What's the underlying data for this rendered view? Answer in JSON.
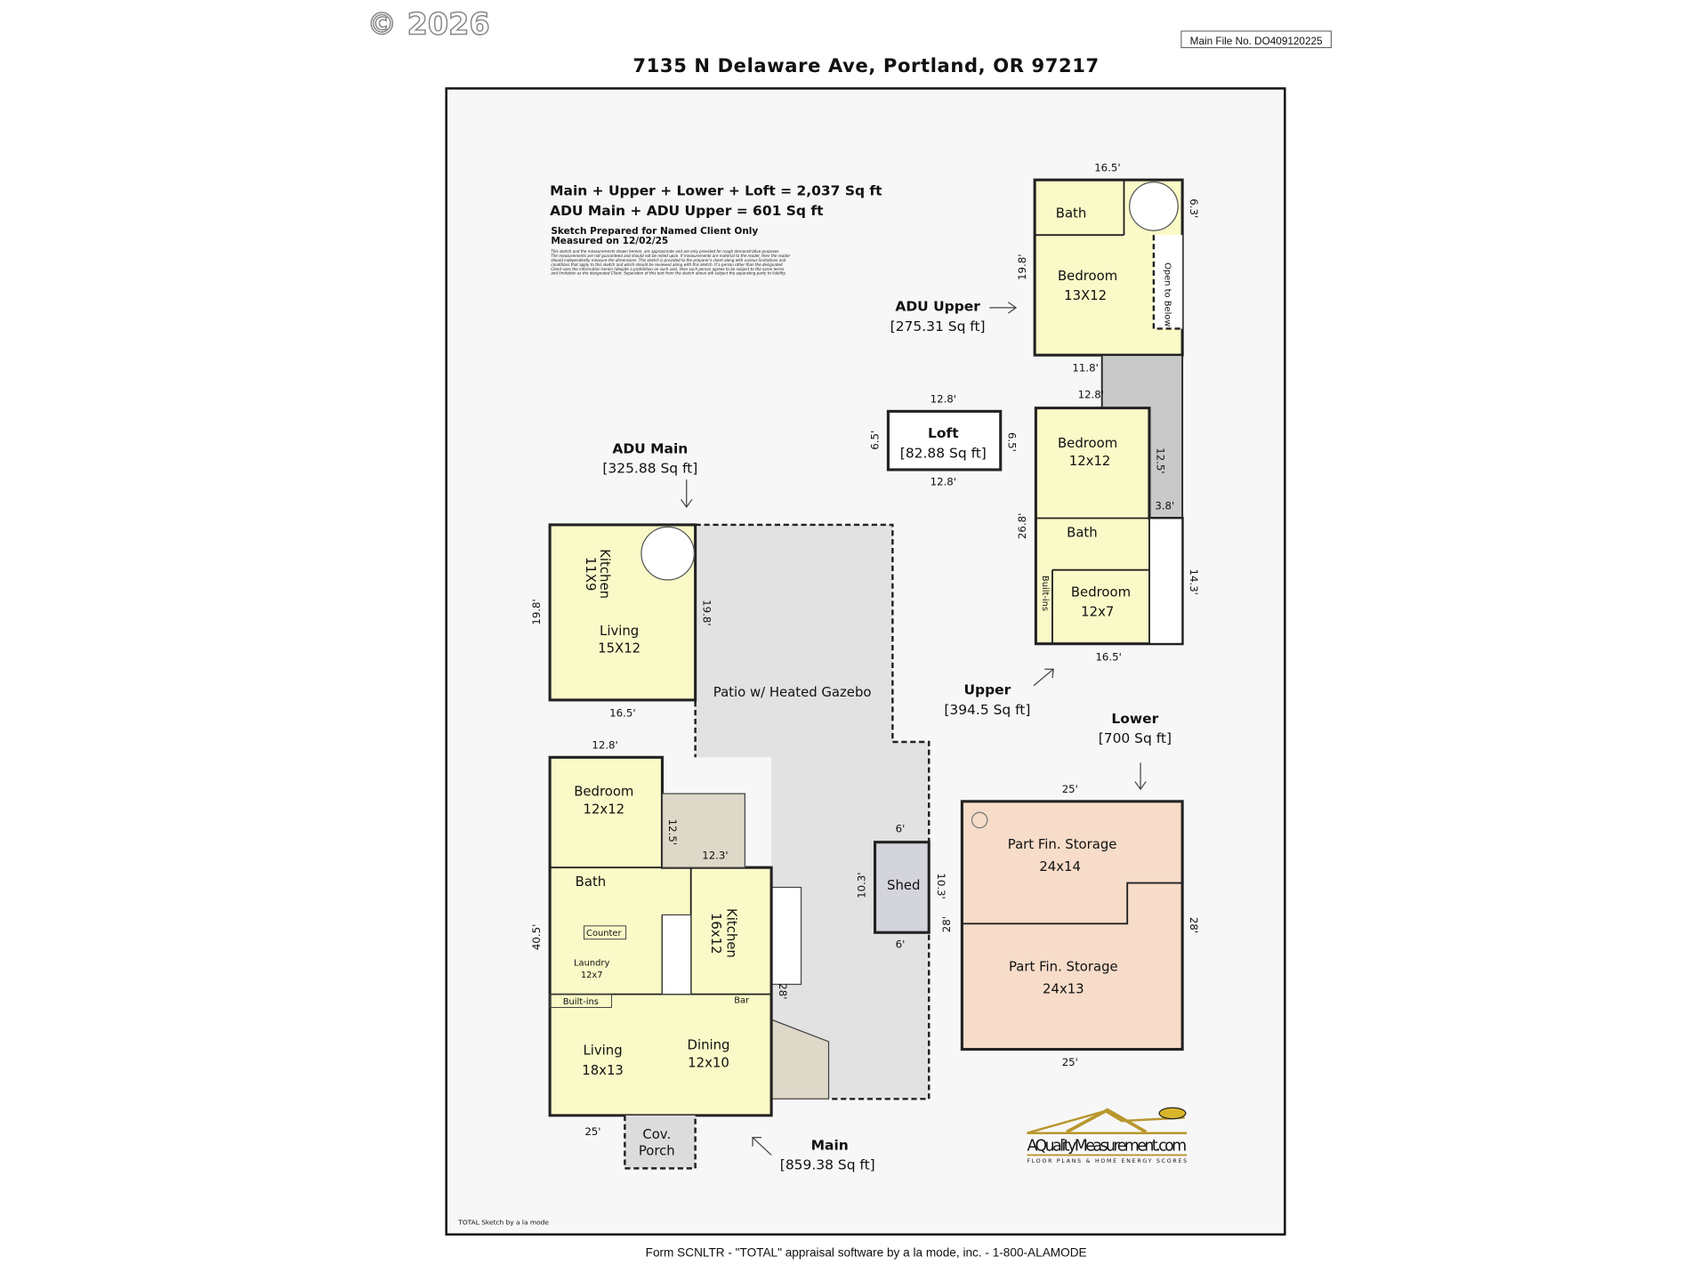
{
  "copyright": "© 2026",
  "file_no": "Main File No. DO409120225",
  "title": "7135 N Delaware Ave, Portland, OR 97217",
  "summary": {
    "line1": "Main + Upper + Lower + Loft = 2,037 Sq ft",
    "line2": "ADU Main + ADU Upper = 601 Sq ft",
    "line3": "Sketch Prepared for Named Client Only",
    "line4": "Measured on 12/02/25",
    "disclaimer": [
      "This sketch and the measurements shown hereon, are approximate and are only provided for rough demonstrative purposes.",
      "The measurements are not guaranteed and should not be relied upon. If measurements are material to the reader, then the reader",
      "should independently measure the dimensions. This sketch is provided to the preparer's client along with various limitations and",
      "conditions that apply to this sketch and which should be reviewed along with this sketch. If a person other than the designated",
      "Client uses the information herein (despite a prohibition on such use), then such person agrees to be subject to the same terms",
      "and limitation as the designated Client. Separation of this text from the sketch above will subject the separating party to liability."
    ]
  },
  "areas": {
    "adu_upper": {
      "name": "ADU Upper",
      "sqft": "[275.31 Sq ft]"
    },
    "loft": {
      "name": "Loft",
      "sqft": "[82.88 Sq ft]"
    },
    "upper": {
      "name": "Upper",
      "sqft": "[394.5 Sq ft]"
    },
    "lower": {
      "name": "Lower",
      "sqft": "[700 Sq ft]"
    },
    "adu_main": {
      "name": "ADU Main",
      "sqft": "[325.88 Sq ft]"
    },
    "main": {
      "name": "Main",
      "sqft": "[859.38 Sq ft]"
    }
  },
  "rooms": {
    "adu_upper_bath": "Bath",
    "adu_upper_bedroom": "Bedroom",
    "adu_upper_bedroom_size": "13X12",
    "open_to_below": "Open to Below",
    "upper_bed1": "Bedroom",
    "upper_bed1_size": "12x12",
    "upper_bath": "Bath",
    "upper_builtins": "Built-ins",
    "upper_bed2": "Bedroom",
    "upper_bed2_size": "12x7",
    "storage1": "Part Fin. Storage",
    "storage1_size": "24x14",
    "storage2": "Part Fin. Storage",
    "storage2_size": "24x13",
    "adu_kitchen": "Kitchen",
    "adu_kitchen_size": "11X9",
    "adu_living": "Living",
    "adu_living_size": "15X12",
    "patio": "Patio w/ Heated Gazebo",
    "shed": "Shed",
    "main_bedroom": "Bedroom",
    "main_bedroom_size": "12x12",
    "main_bath": "Bath",
    "counter": "Counter",
    "laundry": "Laundry",
    "laundry_size": "12x7",
    "main_builtins": "Built-ins",
    "main_kitchen": "Kitchen",
    "main_kitchen_size": "16x12",
    "bar": "Bar",
    "main_living": "Living",
    "main_living_size": "18x13",
    "dining": "Dining",
    "dining_size": "12x10",
    "porch1": "Cov.",
    "porch2": "Porch"
  },
  "dims": {
    "adu_up_top": "16.5'",
    "adu_up_right": "6.3'",
    "adu_up_left": "19.8'",
    "adu_up_bottom": "11.8'",
    "loft_top": "12.8'",
    "loft_bottom": "12.8'",
    "loft_left": "6.5'",
    "loft_right": "6.5'",
    "up_top": "12.8'",
    "up_stair": "12.5'",
    "up_step": "3.8'",
    "up_left": "26.8'",
    "up_right": "14.3'",
    "up_bottom": "16.5'",
    "low_top": "25'",
    "low_bottom": "25'",
    "low_left": "28'",
    "low_right": "28'",
    "adu_left": "19.8'",
    "adu_right": "19.8'",
    "adu_bottom": "16.5'",
    "shed_top": "6'",
    "shed_bottom": "6'",
    "shed_left": "10.3'",
    "shed_right": "10.3'",
    "main_top": "12.8'",
    "main_stair_v": "12.5'",
    "main_stair_h": "12.3'",
    "main_left": "40.5'",
    "main_right": "28'",
    "main_bottom": "25'"
  },
  "logo": {
    "name": "AQualityMeasurement.com",
    "tagline": "FLOOR PLANS & HOME ENERGY SCORES"
  },
  "footer": {
    "sketch_credit": "TOTAL Sketch by a la mode",
    "form": "Form SCNLTR - \"TOTAL\" appraisal software by a la mode, inc. - 1-800-ALAMODE"
  },
  "colors": {
    "room": "#fafac8",
    "lower": "#f6dcc9",
    "patio": "#e2e2e2",
    "shed": "#d4d4dc"
  }
}
